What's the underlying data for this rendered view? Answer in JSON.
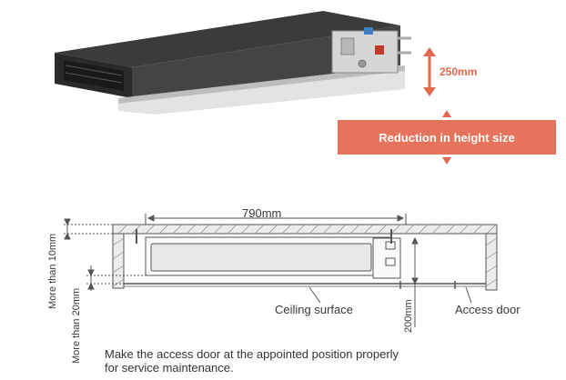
{
  "top_figure": {
    "height_label": "250mm",
    "banner_text": "Reduction in height size"
  },
  "diagram": {
    "width_label": "790mm",
    "gap_top_label": "More than 10mm",
    "gap_bottom_label": "More than 20mm",
    "gap_200_label": "200mm",
    "ceiling_label": "Ceiling surface",
    "access_door_label": "Access door"
  },
  "note": {
    "line1": "Make the access door at the appointed position properly",
    "line2": "for service maintenance."
  },
  "colors": {
    "accent": "#e6735b",
    "arrow": "#e0694f",
    "unit_dark": "#2e2e2e",
    "unit_light": "#d9d9d9"
  }
}
